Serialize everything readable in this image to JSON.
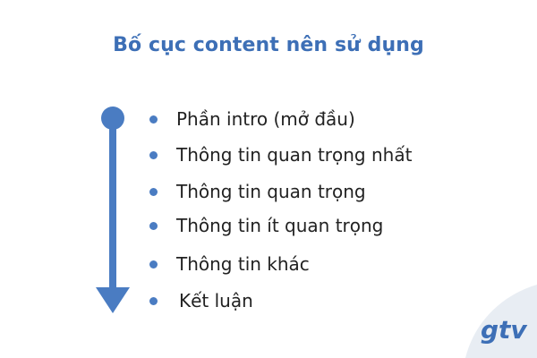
{
  "title": "Bố cục content nên sử dụng",
  "items": [
    {
      "text": "Phần intro (mở đầu)"
    },
    {
      "text": "Thông tin quan trọng nhất"
    },
    {
      "text": "Thông tin quan trọng"
    },
    {
      "text": "Thông tin ít quan trọng"
    },
    {
      "text": "Thông tin khác"
    },
    {
      "text": "Kết luận"
    }
  ],
  "logo": {
    "text": "gtv"
  },
  "colors": {
    "accent": "#3d6fb6",
    "arrow": "#4a7cc2",
    "bullet": "#4a7cc2",
    "text": "#222222",
    "corner": "#e8edf3"
  },
  "icons": {
    "flow": "down-arrow-icon",
    "bullet": "bullet-dot-icon",
    "logo": "gtv-logo-icon"
  }
}
